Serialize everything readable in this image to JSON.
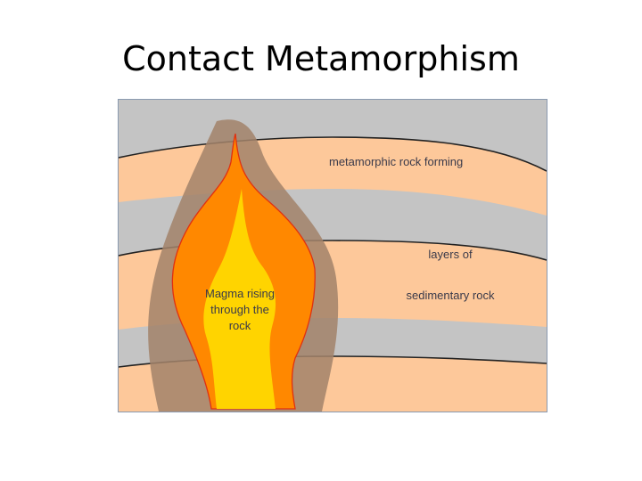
{
  "slide": {
    "title": "Contact Metamorphism"
  },
  "diagram": {
    "labels": {
      "metamorphic_rock": "metamorphic rock forming",
      "sedimentary_line1": "layers of",
      "sedimentary_line2": "sedimentary rock",
      "magma_line1": "Magma rising",
      "magma_line2": "through the",
      "magma_line3": "rock"
    },
    "colors": {
      "sediment_tan": "#fdc89a",
      "sediment_gray": "#c4c4c4",
      "halo_brown": "#a2826a",
      "magma_orange": "#ff8800",
      "magma_yellow": "#ffd400",
      "magma_outline": "#e03010",
      "layer_line": "#222222"
    }
  }
}
